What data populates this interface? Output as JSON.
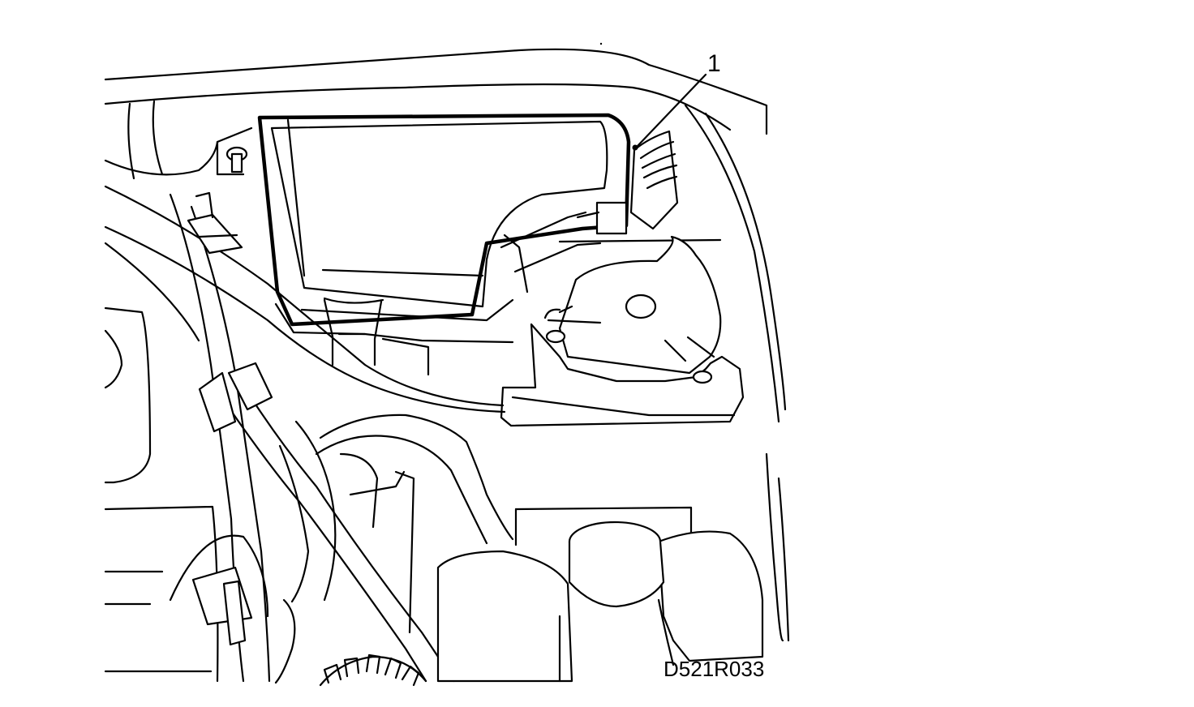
{
  "figure": {
    "callouts": [
      {
        "id": "1",
        "label": "1"
      }
    ],
    "reference_code": "D521R033"
  }
}
